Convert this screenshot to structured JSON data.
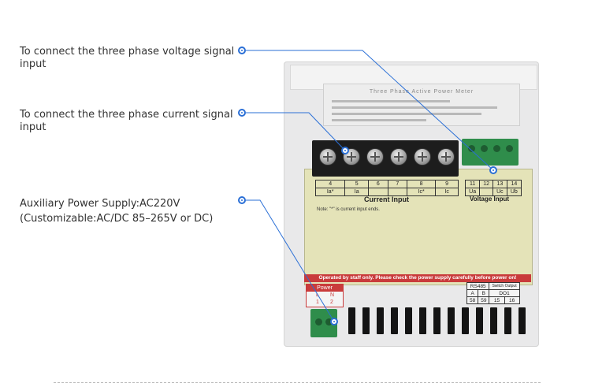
{
  "callouts": [
    {
      "text": "To connect the three phase voltage signal input"
    },
    {
      "text": "To connect the three phase current signal input"
    },
    {
      "text": "Auxiliary Power Supply:AC220V\n(Customizable:AC/DC 85–265V or DC)"
    }
  ],
  "device": {
    "lcd_title": "Three Phase Active Power Meter",
    "current_terminals": {
      "numbers": [
        "4",
        "5",
        "6",
        "7",
        "8",
        "9"
      ],
      "labels": [
        "Ia*",
        "Ia",
        "",
        "",
        "Ic*",
        "Ic"
      ],
      "caption": "Current Input"
    },
    "voltage_terminals": {
      "numbers": [
        "11",
        "12",
        "13",
        "14"
      ],
      "labels": [
        "Ua",
        "",
        "Uc",
        "Ub"
      ],
      "caption": "Voltage Input"
    },
    "note": "Note: \"*\" is current input ends.",
    "warning": "Operated by staff only. Please check the power supply carefully before power on!",
    "power": {
      "title": "Power",
      "l": "L",
      "n": "N",
      "pin1": "1",
      "pin2": "2"
    },
    "rs485": {
      "title": "RS485",
      "switch_output": "Switch Output",
      "a": "A",
      "b": "B",
      "do1": "DO1",
      "pins": [
        "58",
        "59",
        "15",
        "16"
      ]
    }
  },
  "colors": {
    "callout_line": "#2a6fd6",
    "label_panel": "#e4e3b8",
    "warning": "#c93b3b",
    "terminal_green": "#2f8d4b"
  }
}
